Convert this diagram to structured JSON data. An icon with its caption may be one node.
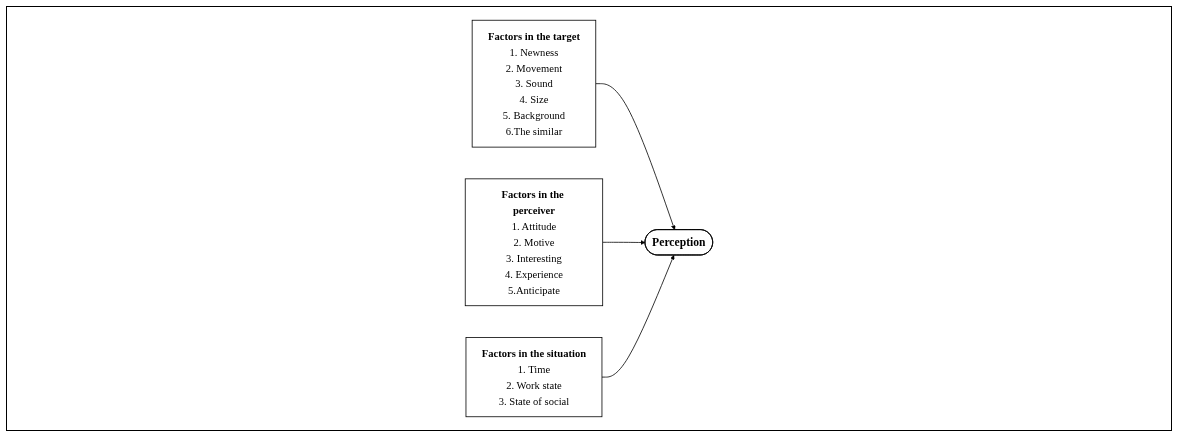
{
  "diagram": {
    "nodes": [
      {
        "text": [
          "Factors in the target",
          "1. Newness",
          "2. Movement",
          "3. Sound",
          "4. Size",
          "5. Background",
          "6.The similar"
        ]
      },
      {
        "text": [
          "Perception"
        ]
      },
      {
        "text": [
          "Factors in the perceiver",
          "1. Attitude",
          "2. Motive",
          "3. Interesting",
          "4. Experience",
          "5.Anticipate"
        ]
      },
      {
        "text": [
          "Factors in the situation",
          "1. Time",
          "2. Work state",
          "3. State of social"
        ]
      }
    ],
    "edges": [
      {
        "from": 0,
        "to": 1,
        "arrow": "to"
      },
      {
        "from": 2,
        "to": 1,
        "arrow": "to"
      },
      {
        "from": 3,
        "to": 1,
        "arrow": "to"
      }
    ]
  }
}
